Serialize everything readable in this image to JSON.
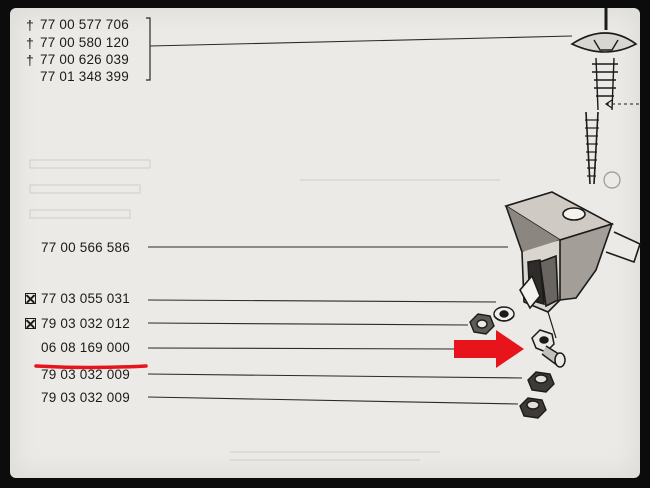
{
  "top_group": {
    "part_numbers": [
      {
        "number": "77 00 577 706",
        "mark": "dagger"
      },
      {
        "number": "77 00 580 120",
        "mark": "dagger"
      },
      {
        "number": "77 00 626 039",
        "mark": "dagger"
      },
      {
        "number": "77 01 348 399",
        "mark": ""
      }
    ]
  },
  "parts": [
    {
      "number": "77 00 566 586",
      "mark": ""
    },
    {
      "number": "77 03 055 031",
      "mark": "crossed-box"
    },
    {
      "number": "79 03 032 012",
      "mark": "crossed-box"
    },
    {
      "number": "06 08 169 000",
      "mark": "",
      "highlighted": true
    },
    {
      "number": "79 03 032 009",
      "mark": ""
    },
    {
      "number": "79 03 032 009",
      "mark": ""
    }
  ],
  "colors": {
    "paper": "#eceae6",
    "ink": "#1b1b1b",
    "highlight_red": "#e8141c"
  },
  "icons": {
    "dagger": "dagger-icon",
    "crossed_box": "crossed-box-icon",
    "arrow": "red-arrow-icon"
  }
}
